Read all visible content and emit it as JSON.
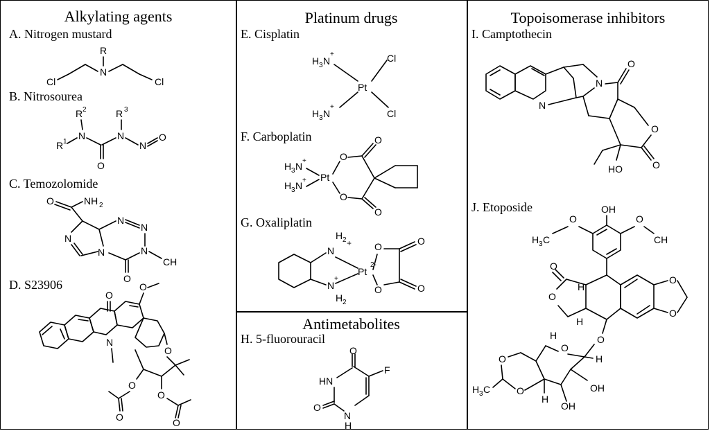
{
  "panels": {
    "alkylating": {
      "title": "Alkylating agents",
      "compounds": [
        {
          "label": "A. Nitrogen mustard"
        },
        {
          "label": "B. Nitrosourea"
        },
        {
          "label": "C. Temozolomide"
        },
        {
          "label": "D. S23906"
        }
      ]
    },
    "platinum": {
      "title": "Platinum drugs",
      "compounds": [
        {
          "label": "E. Cisplatin"
        },
        {
          "label": "F. Carboplatin"
        },
        {
          "label": "G. Oxaliplatin"
        }
      ]
    },
    "antimetabolites": {
      "title": "Antimetabolites",
      "compounds": [
        {
          "label": "H. 5-fluorouracil"
        }
      ]
    },
    "topoisomerase": {
      "title": "Topoisomerase inhibitors",
      "compounds": [
        {
          "label": "I. Camptothecin"
        },
        {
          "label": "J. Etoposide"
        }
      ]
    }
  },
  "atoms": {
    "R": "R",
    "N": "N",
    "Cl": "Cl",
    "O": "O",
    "H": "H",
    "F": "F",
    "Pt": "Pt",
    "HN": "HN",
    "HO": "HO",
    "OH": "OH",
    "NH2": "NH",
    "sub2": "2",
    "R1": "R",
    "R2": "R",
    "R3": "R",
    "one": "1",
    "two": "2",
    "three": "3",
    "H3N": "H",
    "sub3": "3",
    "N_after": "N",
    "plus": "+",
    "H2": "H",
    "twominus": "2-",
    "CH3": "CH",
    "H3C": "H",
    "C": "C"
  }
}
